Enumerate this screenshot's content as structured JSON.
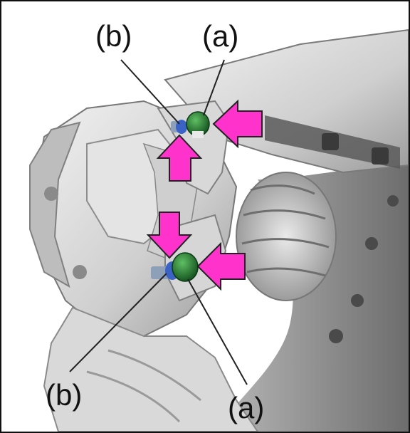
{
  "labels": {
    "top_left": "(b)",
    "top_right": "(a)",
    "bottom_left": "(b)",
    "bottom_right": "(a)"
  },
  "colors": {
    "arrow": "#ff33cc",
    "bolt_head": "#1c6e2a",
    "bolt_thread": "#3b63c6"
  },
  "icons": {
    "arrow": "magenta-push-arrow-icon",
    "bolt": "bolt-icon"
  }
}
